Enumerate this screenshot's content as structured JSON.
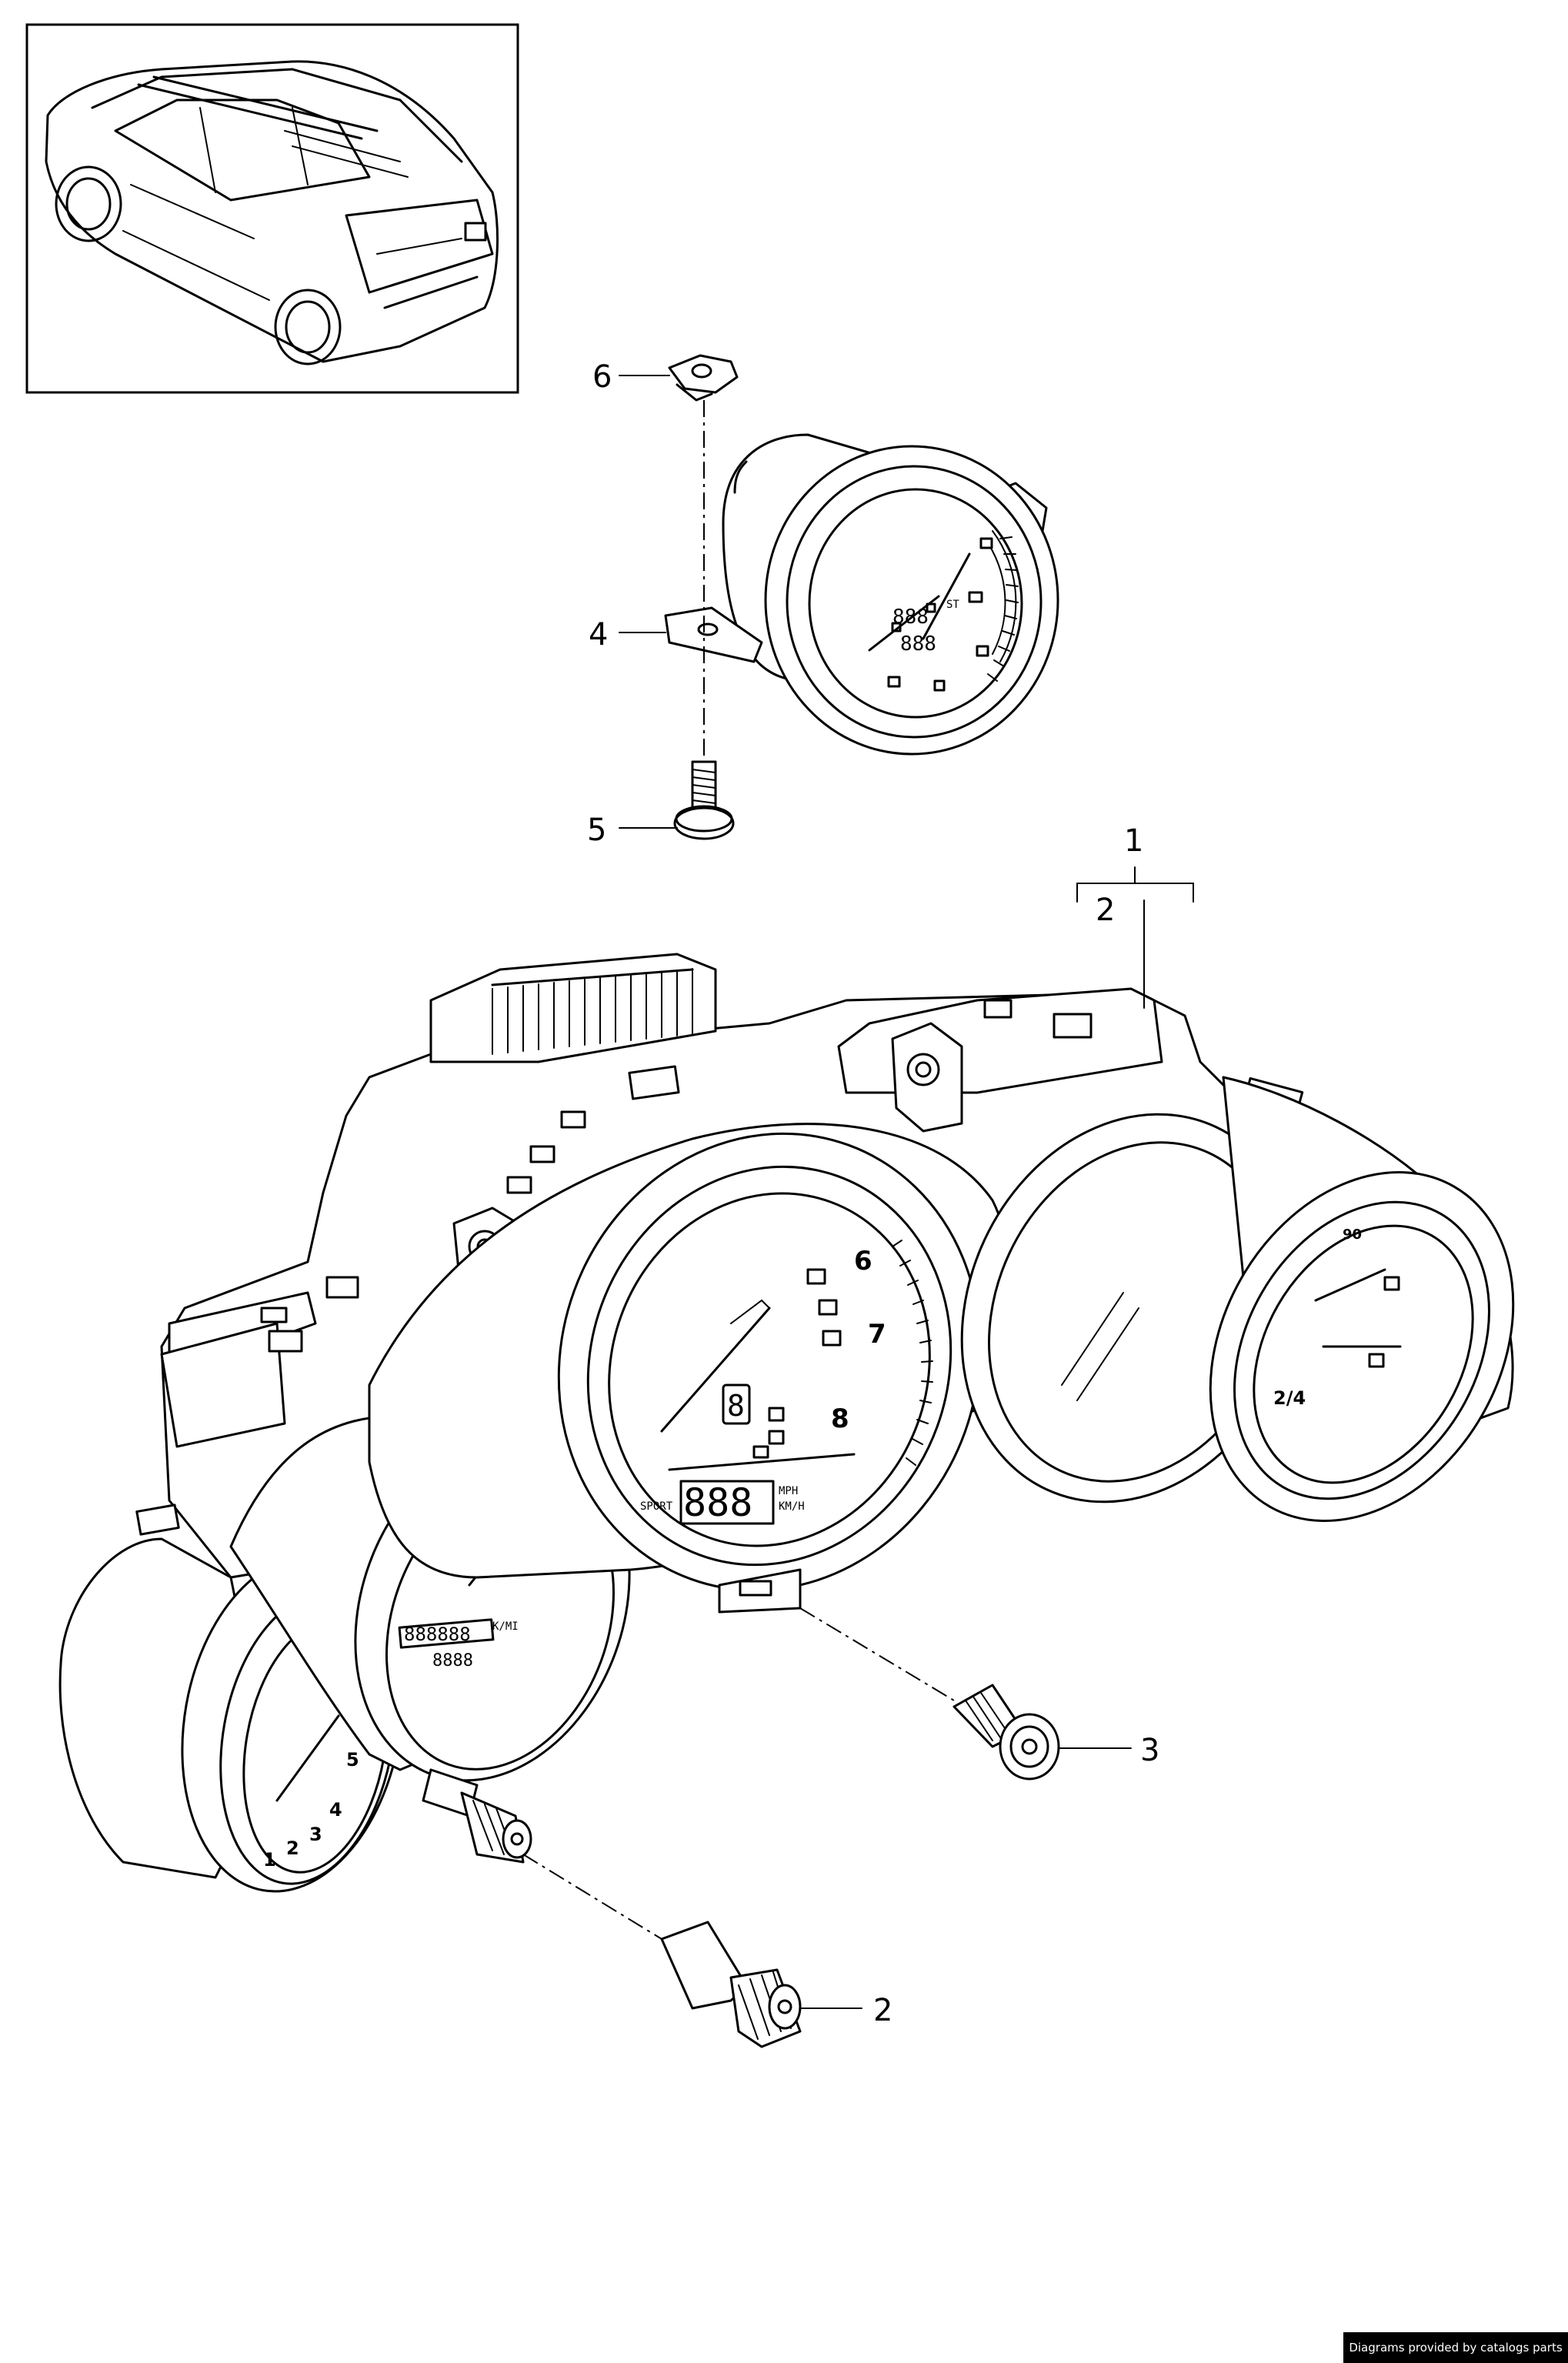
{
  "callouts": [
    {
      "id": "1",
      "label": "1"
    },
    {
      "id": "2a",
      "label": "2"
    },
    {
      "id": "2b",
      "label": "2"
    },
    {
      "id": "3",
      "label": "3"
    },
    {
      "id": "4",
      "label": "4"
    },
    {
      "id": "5",
      "label": "5"
    },
    {
      "id": "6",
      "label": "6"
    }
  ],
  "cluster": {
    "tach_numbers": [
      "6",
      "7",
      "8"
    ],
    "speed_digits": "888",
    "speed_unit_top": "MPH",
    "speed_unit_bottom": "KM/H",
    "sport_label": "SPORT",
    "gear_digit": "8",
    "odometer": "888888",
    "trip": "8888",
    "odo_unit": "K/MI",
    "left_gauge_numbers": [
      "1",
      "2",
      "3",
      "4",
      "5"
    ],
    "right_gauge_label": "2/4",
    "right_gauge_top": "90"
  },
  "clock_gauge": {
    "digits_top": "888",
    "digits_bottom": "888",
    "st_label": "ST"
  },
  "credit": {
    "text": "Diagrams provided by catalogs parts"
  }
}
